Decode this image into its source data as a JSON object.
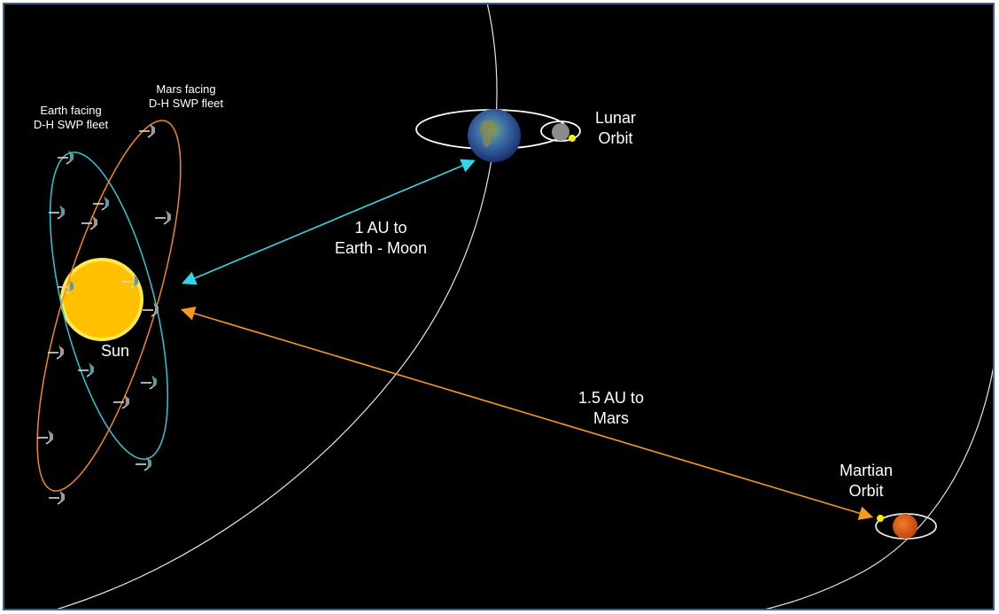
{
  "labels": {
    "earth_facing": [
      "Earth facing",
      "D-H SWP fleet"
    ],
    "mars_facing": [
      "Mars facing",
      "D-H SWP fleet"
    ],
    "lunar_orbit": [
      "Lunar",
      "Orbit"
    ],
    "au_earth": [
      "1 AU to",
      "Earth - Moon"
    ],
    "sun": "Sun",
    "au_mars": [
      "1.5 AU to",
      "Mars"
    ],
    "martian_orbit": [
      "Martian",
      "Orbit"
    ]
  },
  "colors": {
    "background": "#000000",
    "frame_border": "#3d5f8c",
    "earth_fleet_orbit": "#33c7d6",
    "mars_fleet_orbit": "#f08a1a",
    "sun": "#ffc000",
    "sun_edge": "#ffe94d",
    "earth_arrow": "#33d6e8",
    "mars_arrow": "#f59a1a",
    "planet_orbits": "#e6e6e6",
    "mars": "#e25a10",
    "moon": "#8c8c8c",
    "marker_dot": "#ffee00"
  },
  "icons": [
    "sun-icon",
    "earth-icon",
    "moon-icon",
    "mars-icon",
    "satellite-icon"
  ]
}
